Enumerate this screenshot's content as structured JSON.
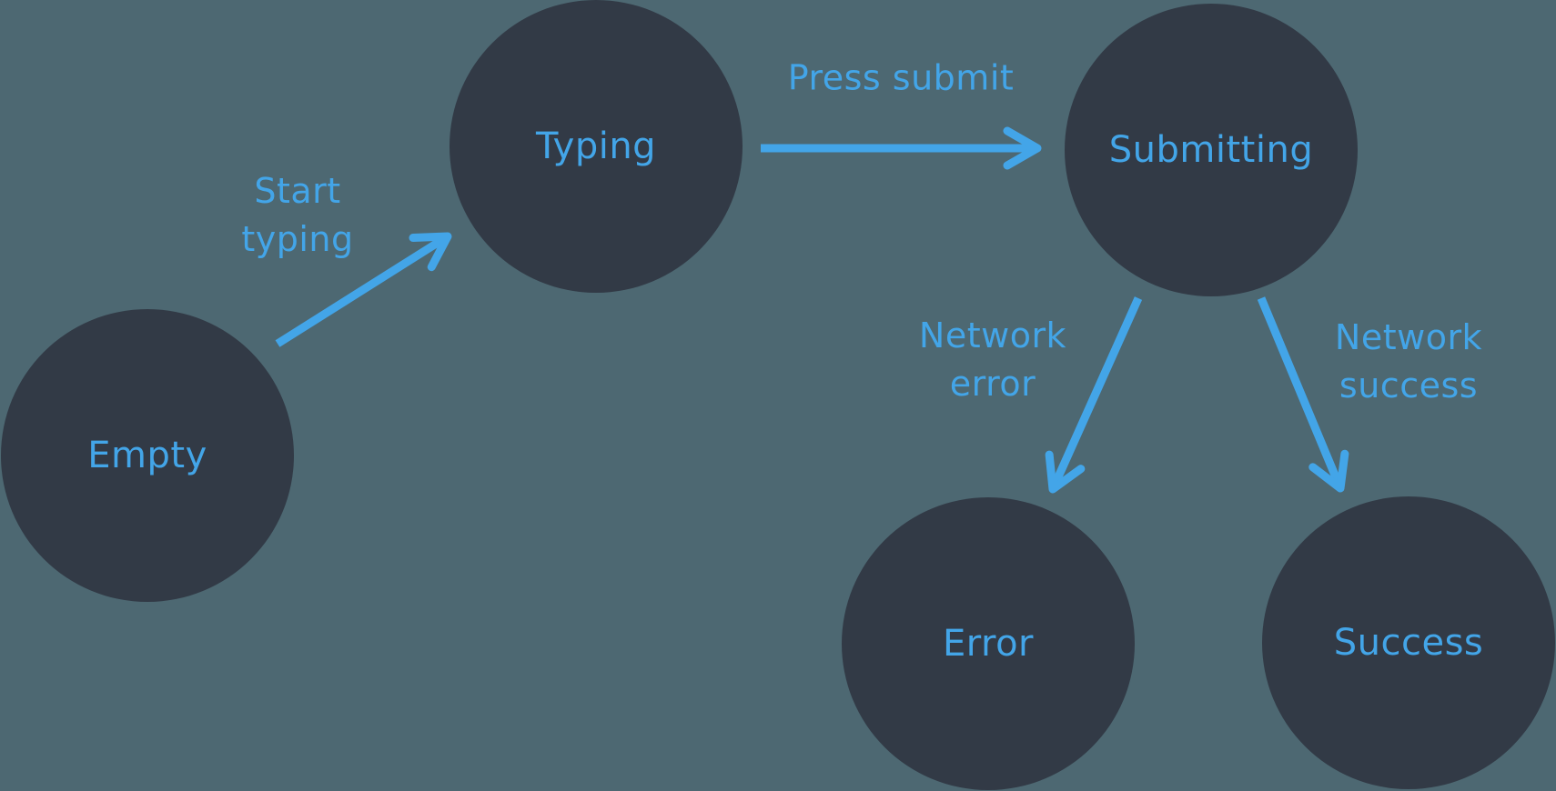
{
  "diagram": {
    "type": "state-machine",
    "nodes": [
      {
        "id": "empty",
        "label": "Empty"
      },
      {
        "id": "typing",
        "label": "Typing"
      },
      {
        "id": "submitting",
        "label": "Submitting"
      },
      {
        "id": "error",
        "label": "Error"
      },
      {
        "id": "success",
        "label": "Success"
      }
    ],
    "edges": [
      {
        "from": "empty",
        "to": "typing",
        "label": "Start typing"
      },
      {
        "from": "typing",
        "to": "submitting",
        "label": "Press submit"
      },
      {
        "from": "submitting",
        "to": "error",
        "label": "Network error"
      },
      {
        "from": "submitting",
        "to": "success",
        "label": "Network success"
      }
    ]
  },
  "colors": {
    "background": "#4d6872",
    "node_fill": "#323a46",
    "accent": "#43a5e8"
  }
}
